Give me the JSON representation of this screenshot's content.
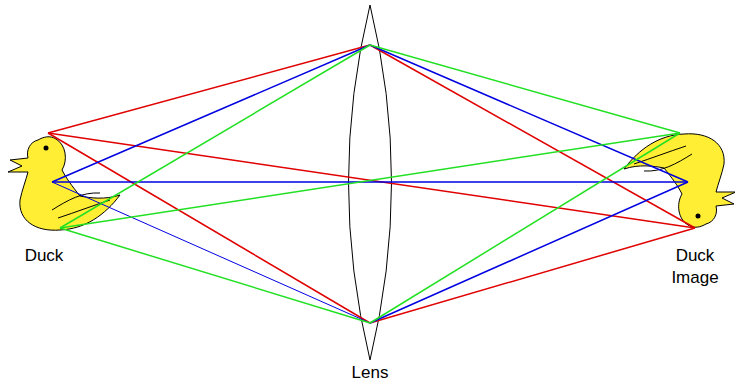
{
  "diagram": {
    "labels": [
      "Duck",
      "Duck Image",
      "Lens"
    ]
  }
}
